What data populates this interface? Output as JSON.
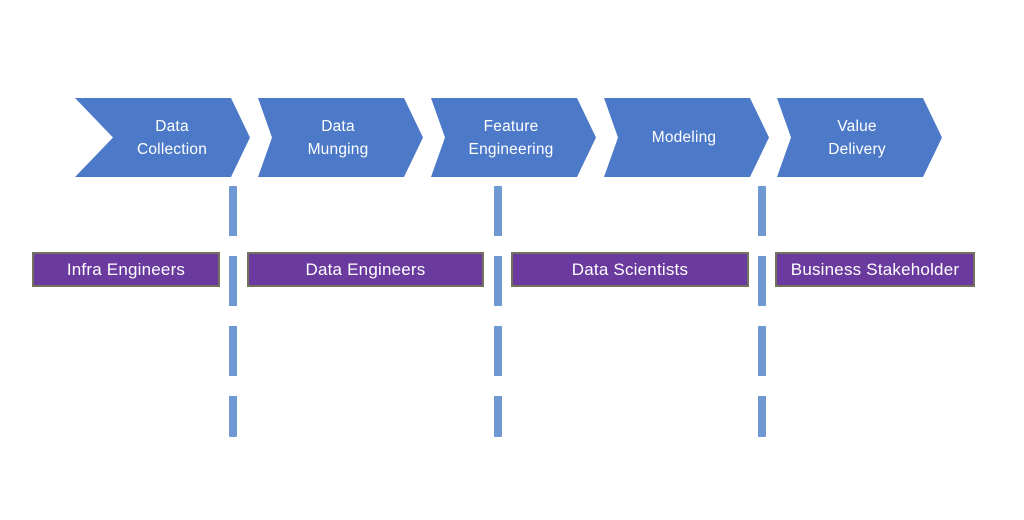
{
  "diagram": {
    "stages": [
      {
        "id": "data-collection",
        "label": "Data\nCollection"
      },
      {
        "id": "data-munging",
        "label": "Data\nMunging"
      },
      {
        "id": "feature-engineering",
        "label": "Feature\nEngineering"
      },
      {
        "id": "modeling",
        "label": "Modeling"
      },
      {
        "id": "value-delivery",
        "label": "Value\nDelivery"
      }
    ],
    "roles": [
      {
        "id": "infra-engineers",
        "label": "Infra Engineers"
      },
      {
        "id": "data-engineers",
        "label": "Data Engineers"
      },
      {
        "id": "data-scientists",
        "label": "Data Scientists"
      },
      {
        "id": "business-stakeholder",
        "label": "Business Stakeholder"
      }
    ]
  },
  "colors": {
    "background": "#FFFFFF",
    "chevron_fill": "#4C79C8",
    "chevron_text": "#FFFFFF",
    "divider": "#6E99D3",
    "role_fill": "#6A3A9E",
    "role_border": "#72725F",
    "role_text": "#FFFFFF"
  }
}
